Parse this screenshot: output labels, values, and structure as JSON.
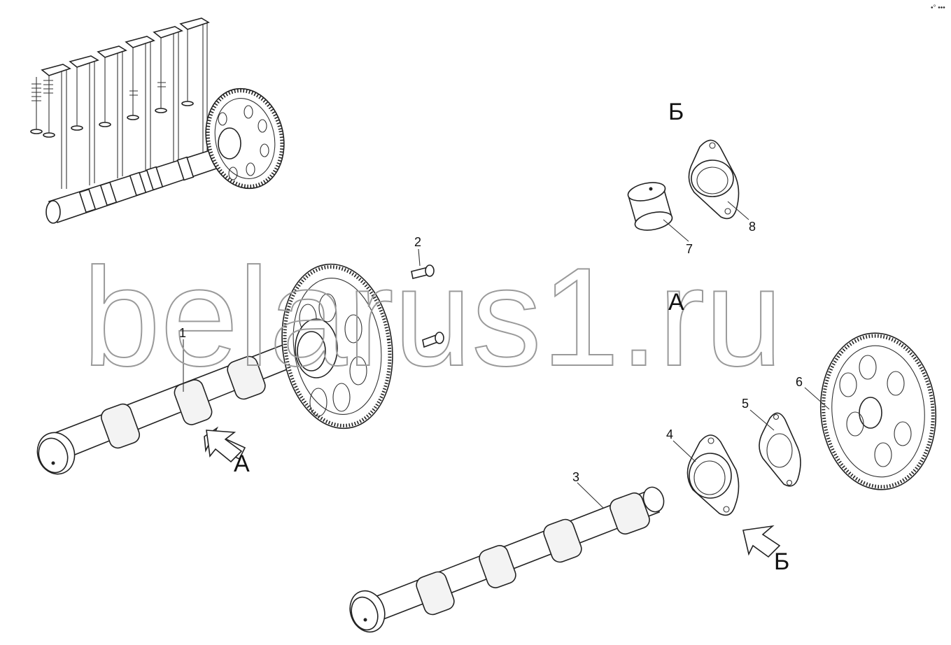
{
  "diagram": {
    "watermark": "belarus1.ru",
    "corner_mark": "•° •••",
    "callouts": [
      "1",
      "2",
      "3",
      "4",
      "5",
      "6",
      "7",
      "8"
    ],
    "views": {
      "a_top": "А",
      "a_arrow": "А",
      "b_top": "Б",
      "b_arrow": "Б"
    }
  }
}
